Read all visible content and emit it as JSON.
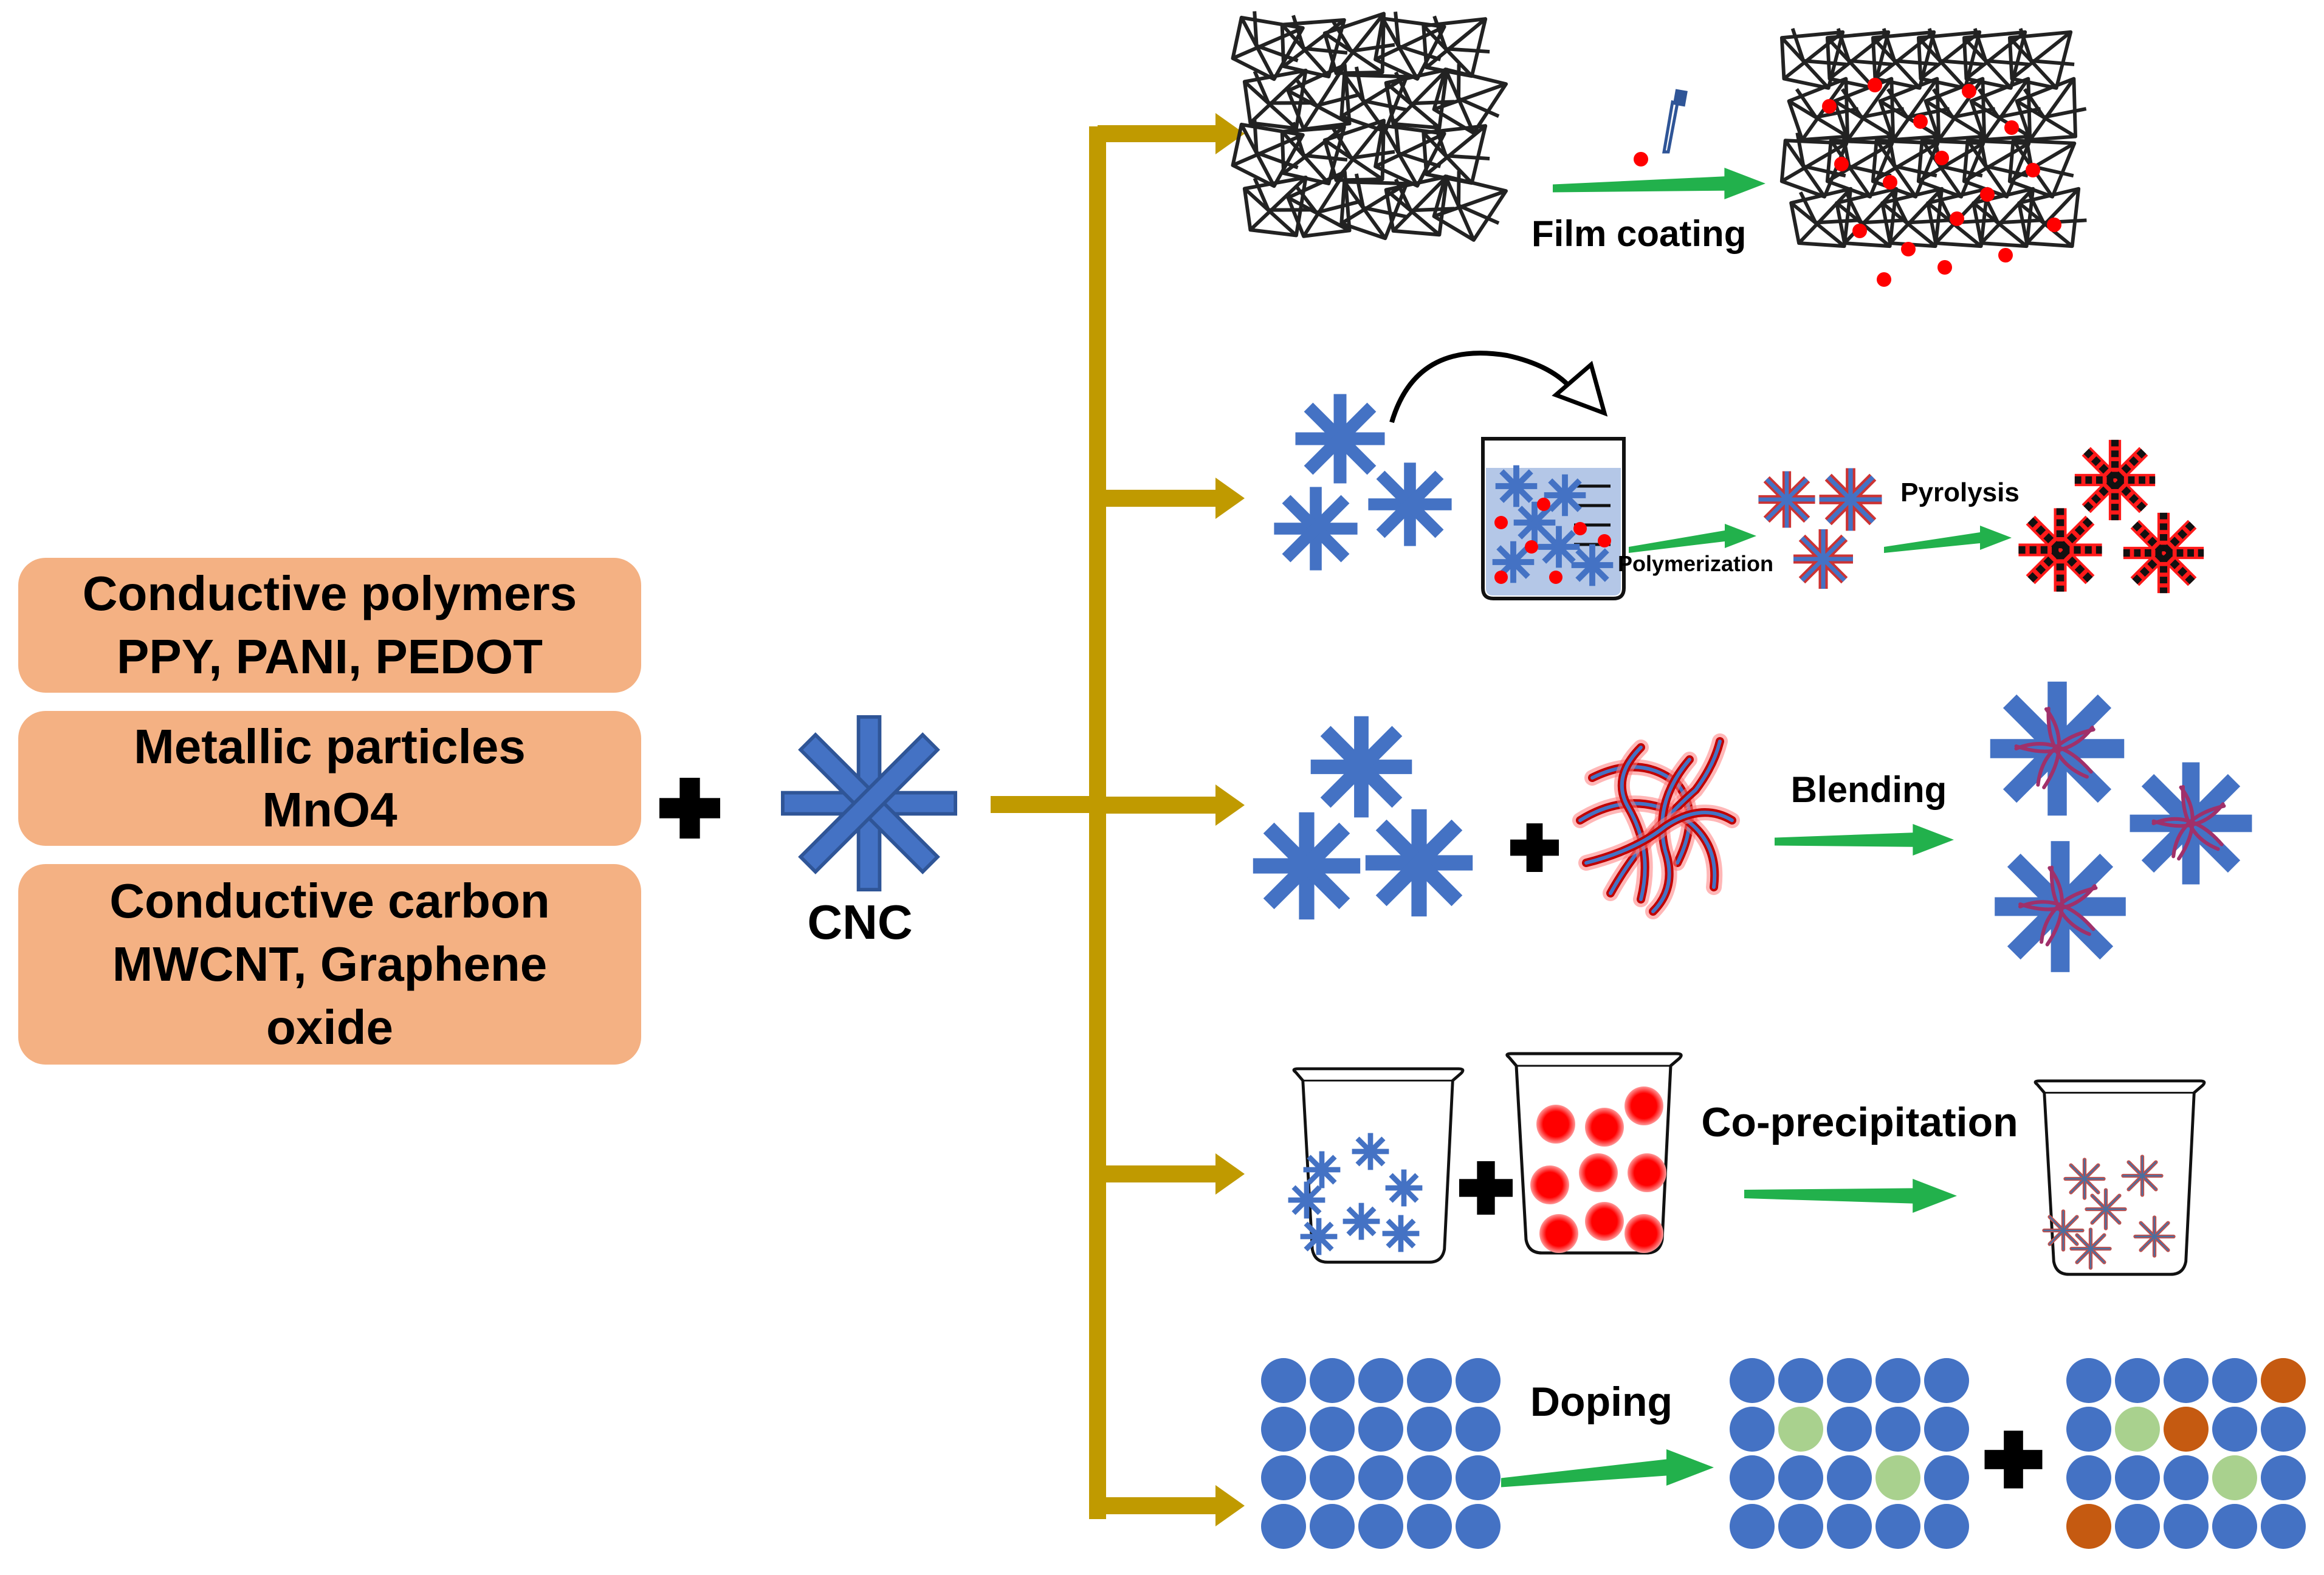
{
  "materials": [
    {
      "title": "Conductive polymers",
      "detail": "PPY, PANI, PEDOT"
    },
    {
      "title": "Metallic particles",
      "detail": "MnO4"
    },
    {
      "title": "Conductive carbon",
      "detail": "MWCNT, Graphene",
      "detail2": "oxide"
    }
  ],
  "center": {
    "label": "CNC"
  },
  "methods": {
    "film_coating": "Film coating",
    "polymerization": "Polymerization",
    "pyrolysis": "Pyrolysis",
    "blending": "Blending",
    "coprecipitation": "Co-precipitation",
    "doping": "Doping"
  },
  "colors": {
    "box_fill": "#f4b183",
    "trunk": "#c09a00",
    "cnc_blue": "#4472c4",
    "arrow_green": "#22b14c",
    "particle_red": "#ff0000",
    "dopant_green": "#a9d18e",
    "dopant_orange": "#c55a11"
  }
}
